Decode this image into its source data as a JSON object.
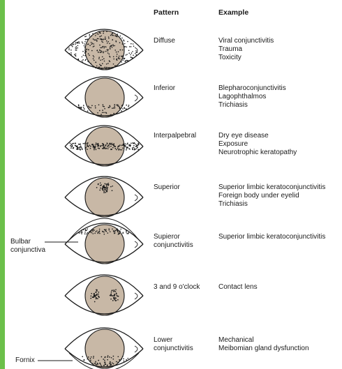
{
  "colors": {
    "accent_bar": "#6cc04a",
    "iris": "#c8b8a6",
    "outline": "#1a1a1a"
  },
  "headers": {
    "pattern": "Pattern",
    "example": "Example"
  },
  "rows": [
    {
      "pattern": [
        "Diffuse"
      ],
      "examples": [
        "Viral conjunctivitis",
        "Trauma",
        "Toxicity"
      ]
    },
    {
      "pattern": [
        "Inferior"
      ],
      "examples": [
        "Blepharoconjunctivitis",
        "Lagophthalmos",
        "Trichiasis"
      ]
    },
    {
      "pattern": [
        "Interpalpebral"
      ],
      "examples": [
        "Dry eye disease",
        "Exposure",
        "Neurotrophic keratopathy"
      ]
    },
    {
      "pattern": [
        "Superior"
      ],
      "examples": [
        "Superior limbic keratoconjunctivitis",
        "Foreign body under eyelid",
        "Trichiasis"
      ]
    },
    {
      "pattern": [
        "Supieror",
        "conjunctivitis"
      ],
      "examples": [
        "Superior limbic keratoconjunctivitis"
      ]
    },
    {
      "pattern": [
        "3 and 9 o'clock"
      ],
      "examples": [
        "Contact lens"
      ]
    },
    {
      "pattern": [
        "Lower",
        "conjunctivitis"
      ],
      "examples": [
        "Mechanical",
        "Meibomian gland dysfunction"
      ]
    }
  ],
  "side_labels": {
    "bulbar": [
      "Bulbar",
      "conjunctiva"
    ],
    "fornix": "Fornix"
  }
}
